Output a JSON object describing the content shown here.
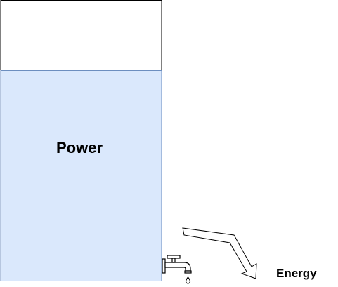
{
  "diagram": {
    "tank_label": "Power",
    "output_label": "Energy",
    "liquid_level": 0.75,
    "colors": {
      "liquid_fill": "#dae8fc",
      "liquid_stroke": "#6c8ebf",
      "outline": "#000000"
    },
    "icons": {
      "tap": "faucet-icon",
      "arrow": "curved-arrow-icon"
    }
  }
}
